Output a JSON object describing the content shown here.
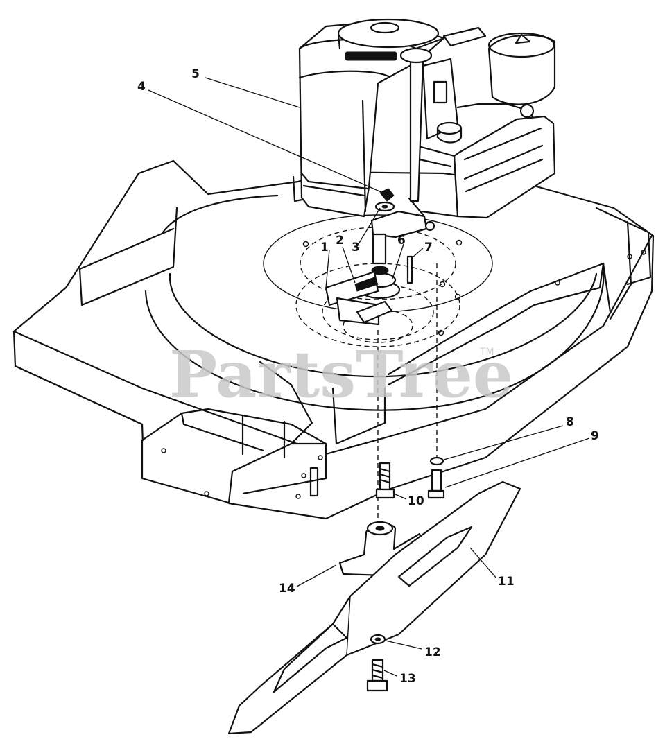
{
  "watermark": {
    "text": "PartsTree",
    "trademark": "TM"
  },
  "callouts": [
    {
      "id": "1",
      "label": "1"
    },
    {
      "id": "2",
      "label": "2"
    },
    {
      "id": "3",
      "label": "3"
    },
    {
      "id": "4",
      "label": "4"
    },
    {
      "id": "5",
      "label": "5"
    },
    {
      "id": "6",
      "label": "6"
    },
    {
      "id": "7",
      "label": "7"
    },
    {
      "id": "8",
      "label": "8"
    },
    {
      "id": "9",
      "label": "9"
    },
    {
      "id": "10",
      "label": "10"
    },
    {
      "id": "11",
      "label": "11"
    },
    {
      "id": "12",
      "label": "12"
    },
    {
      "id": "13",
      "label": "13"
    },
    {
      "id": "14",
      "label": "14"
    }
  ],
  "colors": {
    "ink": "#111111",
    "watermark": "#c9c9c9",
    "background": "#ffffff"
  }
}
